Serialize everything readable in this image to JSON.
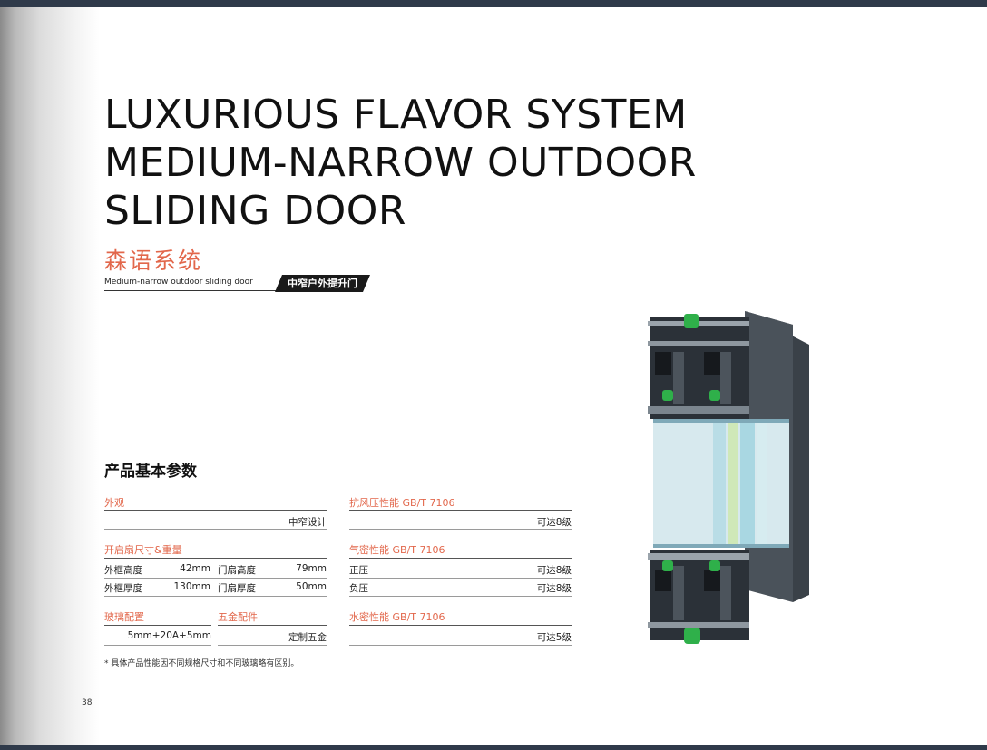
{
  "title_lines": [
    "LUXURIOUS FLAVOR SYSTEM",
    "MEDIUM-NARROW OUTDOOR",
    "SLIDING DOOR"
  ],
  "chinese_name": "森语系统",
  "subtitle_en": "Medium-narrow outdoor sliding door",
  "subtitle_cn": "中窄户外提升门",
  "params_heading": "产品基本参数",
  "left": {
    "appearance": {
      "label": "外观",
      "value": "中窄设计"
    },
    "dimensions": {
      "label": "开启扇尺寸&重量",
      "rows": [
        {
          "k1": "外框高度",
          "v1": "42mm",
          "k2": "门扇高度",
          "v2": "79mm"
        },
        {
          "k1": "外框厚度",
          "v1": "130mm",
          "k2": "门扇厚度",
          "v2": "50mm"
        }
      ]
    },
    "glass": {
      "label": "玻璃配置",
      "value": "5mm+20A+5mm"
    },
    "hardware": {
      "label": "五金配件",
      "value": "定制五金"
    }
  },
  "right": {
    "wind": {
      "label": "抗风压性能 GB/T 7106",
      "value": "可达8级"
    },
    "air": {
      "label": "气密性能 GB/T 7106",
      "rows": [
        {
          "k": "正压",
          "v": "可达8级"
        },
        {
          "k": "负压",
          "v": "可达8级"
        }
      ]
    },
    "water": {
      "label": "水密性能 GB/T 7106",
      "value": "可达5级"
    }
  },
  "footnote": "* 具体产品性能因不同规格尺寸和不同玻璃略有区别。",
  "page_number": "38",
  "colors": {
    "accent": "#e2674b",
    "profile": "#3a4148",
    "glass": "#b9dde6",
    "seal": "#2fb04a"
  }
}
